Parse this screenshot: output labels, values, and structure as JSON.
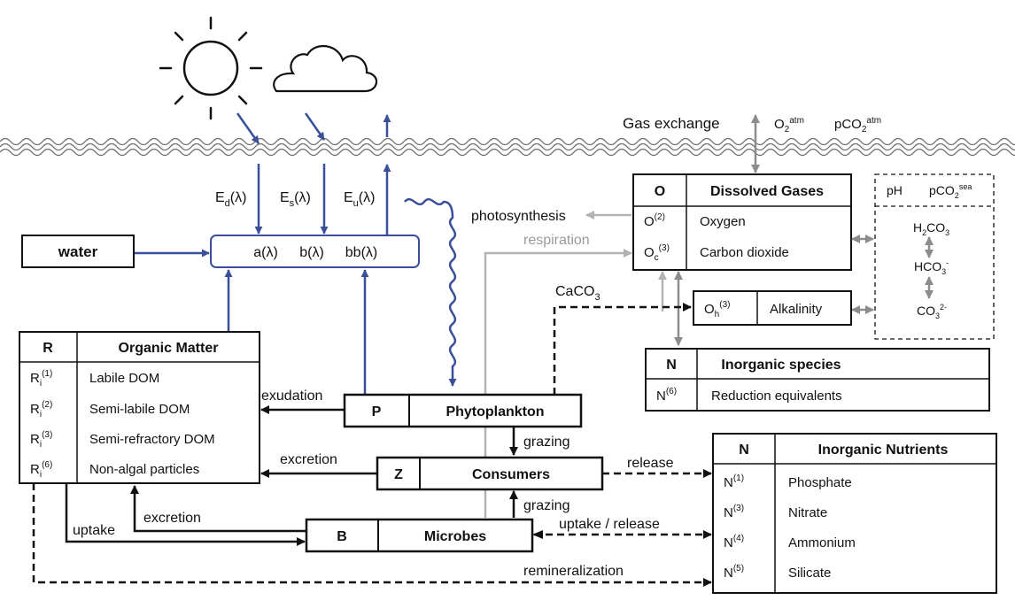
{
  "atmosphere": {
    "icons": [
      "sun-icon",
      "cloud-icon"
    ],
    "gas_exchange_label": "Gas exchange",
    "o2_atm": {
      "base": "O",
      "sub": "2",
      "sup": "atm"
    },
    "pco2_atm": {
      "base": "pCO",
      "sub": "2",
      "sup": "atm"
    }
  },
  "light": {
    "ed": {
      "base": "E",
      "sub": "d",
      "rest": "(λ)"
    },
    "es": {
      "base": "E",
      "sub": "s",
      "rest": "(λ)"
    },
    "eu": {
      "base": "E",
      "sub": "u",
      "rest": "(λ)"
    }
  },
  "water_label": "water",
  "optics": {
    "a": "a(λ)",
    "b": "b(λ)",
    "bb": "bb(λ)"
  },
  "organic_matter": {
    "symbol": "R",
    "title": "Organic Matter",
    "rows": [
      {
        "sym": "R",
        "sub": "i",
        "sup": "(1)",
        "label": "Labile DOM"
      },
      {
        "sym": "R",
        "sub": "i",
        "sup": "(2)",
        "label": "Semi-labile DOM"
      },
      {
        "sym": "R",
        "sub": "i",
        "sup": "(3)",
        "label": "Semi-refractory DOM"
      },
      {
        "sym": "R",
        "sub": "i",
        "sup": "(6)",
        "label": "Non-algal particles"
      }
    ]
  },
  "dissolved_gases": {
    "symbol": "O",
    "title": "Dissolved Gases",
    "rows": [
      {
        "sym": "O",
        "sub": "",
        "sup": "(2)",
        "label": "Oxygen"
      },
      {
        "sym": "O",
        "sub": "c",
        "sup": "(3)",
        "label": "Carbon dioxide"
      }
    ]
  },
  "alkalinity": {
    "sym": "O",
    "sub": "h",
    "sup": "(3)",
    "label": "Alkalinity"
  },
  "carbonate": {
    "ph": "pH",
    "pco2_sea": {
      "base": "pCO",
      "sub": "2",
      "sup": "sea"
    },
    "h2co3": {
      "a": "H",
      "sub": "2",
      "b": "CO",
      "sub2": "3"
    },
    "hco3": {
      "a": "HCO",
      "sub": "3",
      "sup": "-"
    },
    "co3": {
      "a": "CO",
      "sub": "3",
      "sup": "2-"
    }
  },
  "inorganic_species": {
    "symbol": "N",
    "title": "Inorganic species",
    "rows": [
      {
        "sym": "N",
        "sup": "(6)",
        "label": "Reduction equivalents"
      }
    ]
  },
  "inorganic_nutrients": {
    "symbol": "N",
    "title": "Inorganic Nutrients",
    "rows": [
      {
        "sym": "N",
        "sup": "(1)",
        "label": "Phosphate"
      },
      {
        "sym": "N",
        "sup": "(3)",
        "label": "Nitrate"
      },
      {
        "sym": "N",
        "sup": "(4)",
        "label": "Ammonium"
      },
      {
        "sym": "N",
        "sup": "(5)",
        "label": "Silicate"
      }
    ]
  },
  "phytoplankton": {
    "symbol": "P",
    "title": "Phytoplankton"
  },
  "consumers": {
    "symbol": "Z",
    "title": "Consumers"
  },
  "microbes": {
    "symbol": "B",
    "title": "Microbes"
  },
  "flows": {
    "photosynthesis": "photosynthesis",
    "respiration": "respiration",
    "caco3": {
      "base": "CaCO",
      "sub": "3"
    },
    "exudation": "exudation",
    "excretion_consumers": "excretion",
    "excretion_microbes": "excretion",
    "uptake": "uptake",
    "grazing_phyto": "grazing",
    "grazing_microbes": "grazing",
    "release": "release",
    "uptake_release": "uptake / release",
    "remineralization": "remineralization"
  },
  "colors": {
    "light_flux": "#3a4f9a",
    "gas_flux": "#8c8c8c",
    "respiration": "#b3b3b3",
    "ink": "#111111"
  }
}
